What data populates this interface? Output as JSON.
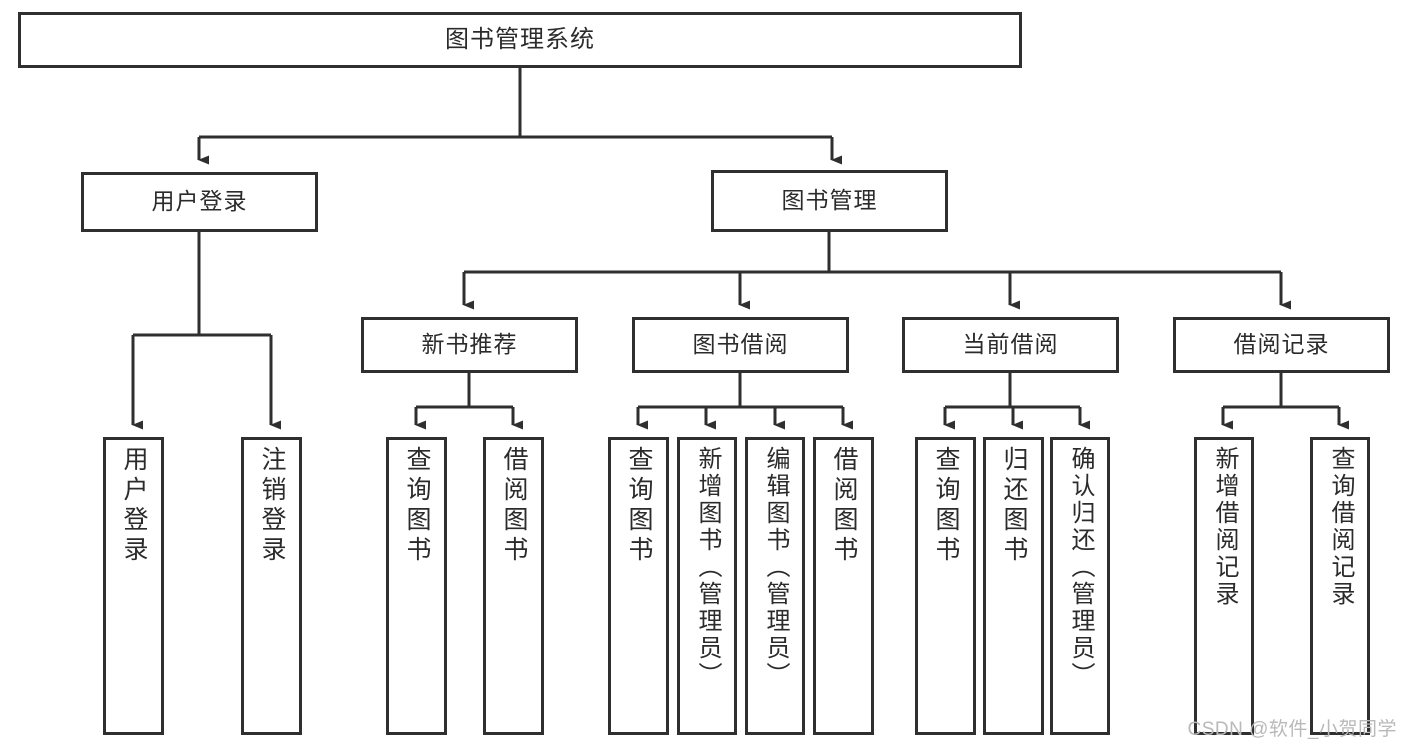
{
  "diagram": {
    "type": "tree",
    "title": "图书管理系统",
    "watermark": "CSDN @软件_小贺同学",
    "colors": {
      "stroke": "#2f2f2f",
      "box_fill": "#ffffff",
      "text": "#2b2b2b",
      "background": "#ffffff",
      "watermark": "#b9b9b9"
    },
    "nodes": {
      "root": "图书管理系统",
      "tier1": [
        "用户登录",
        "图书管理"
      ],
      "tier2": [
        "新书推荐",
        "图书借阅",
        "当前借阅",
        "借阅记录"
      ],
      "leaves": [
        "用户登录",
        "注销登录",
        "查询图书",
        "借阅图书",
        "查询图书",
        "新增图书（管理员）",
        "编辑图书（管理员）",
        "借阅图书",
        "查询图书",
        "归还图书",
        "确认归还（管理员）",
        "新增借阅记录",
        "查询借阅记录"
      ]
    },
    "edges": [
      {
        "from": "图书管理系统",
        "to": "用户登录"
      },
      {
        "from": "图书管理系统",
        "to": "图书管理"
      },
      {
        "from": "图书管理",
        "to": "新书推荐"
      },
      {
        "from": "图书管理",
        "to": "图书借阅"
      },
      {
        "from": "图书管理",
        "to": "当前借阅"
      },
      {
        "from": "图书管理",
        "to": "借阅记录"
      },
      {
        "from": "用户登录",
        "to": "用户登录"
      },
      {
        "from": "用户登录",
        "to": "注销登录"
      },
      {
        "from": "新书推荐",
        "to": "查询图书"
      },
      {
        "from": "新书推荐",
        "to": "借阅图书"
      },
      {
        "from": "图书借阅",
        "to": "查询图书"
      },
      {
        "from": "图书借阅",
        "to": "新增图书（管理员）"
      },
      {
        "from": "图书借阅",
        "to": "编辑图书（管理员）"
      },
      {
        "from": "图书借阅",
        "to": "借阅图书"
      },
      {
        "from": "当前借阅",
        "to": "查询图书"
      },
      {
        "from": "当前借阅",
        "to": "归还图书"
      },
      {
        "from": "当前借阅",
        "to": "确认归还（管理员）"
      },
      {
        "from": "借阅记录",
        "to": "新增借阅记录"
      },
      {
        "from": "借阅记录",
        "to": "查询借阅记录"
      }
    ]
  }
}
